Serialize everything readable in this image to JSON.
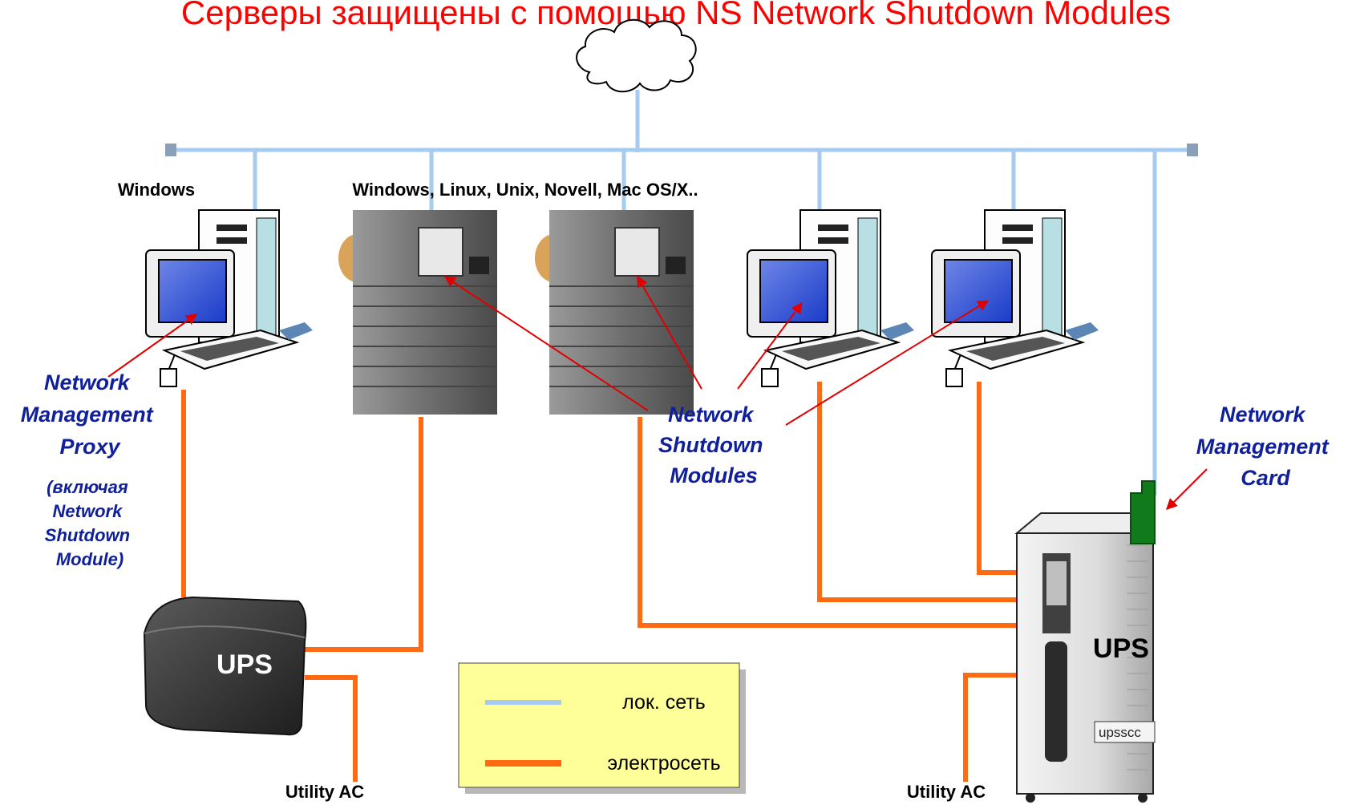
{
  "title": "Серверы защищены с помощью NS Network Shutdown Modules",
  "os_labels": {
    "windows": "Windows",
    "multi": "Windows, Linux, Unix, Novell, Mac OS/X.."
  },
  "callouts": {
    "proxy": [
      "Network",
      "Management",
      "Proxy"
    ],
    "proxy_note": [
      "(включая",
      "Network",
      "Shutdown",
      "Module)"
    ],
    "shutdown": [
      "Network",
      "Shutdown",
      "Modules"
    ],
    "card": [
      "Network",
      "Management",
      "Card"
    ]
  },
  "ups_label": "UPS",
  "ups_name_label": "upsscc",
  "utility_ac": "Utility AC",
  "legend": {
    "lan": "лок. сеть",
    "power": "электросеть"
  },
  "colors": {
    "title": "#ff0000",
    "callout_text": "#10209a",
    "lan_line": "#a7cbf0",
    "power_line": "#ff6a13",
    "pointer": "#e00000",
    "legend_bg": "#ffff99",
    "nmc_card": "#117a1a"
  }
}
